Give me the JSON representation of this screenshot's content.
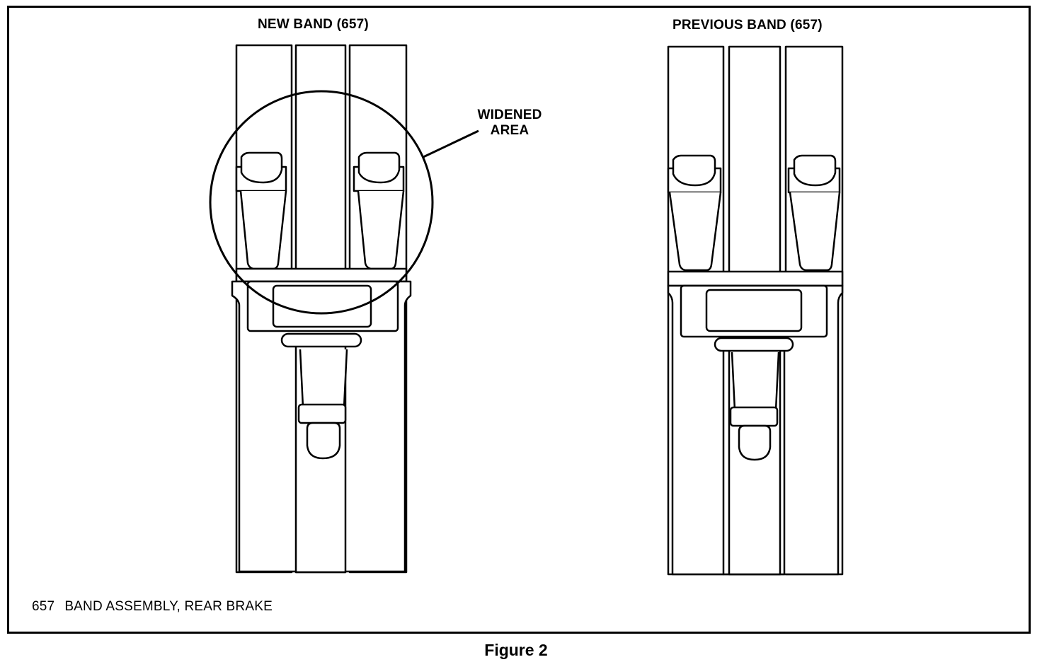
{
  "diagram": {
    "new_band_title": "NEW BAND (657)",
    "previous_band_title": "PREVIOUS BAND (657)",
    "callout": {
      "line1": "WIDENED",
      "line2": "AREA"
    },
    "legend": {
      "part_number": "657",
      "part_name": "BAND ASSEMBLY, REAR BRAKE"
    },
    "caption": "Figure 2"
  },
  "style": {
    "line_color": "#000000",
    "background": "#ffffff"
  }
}
